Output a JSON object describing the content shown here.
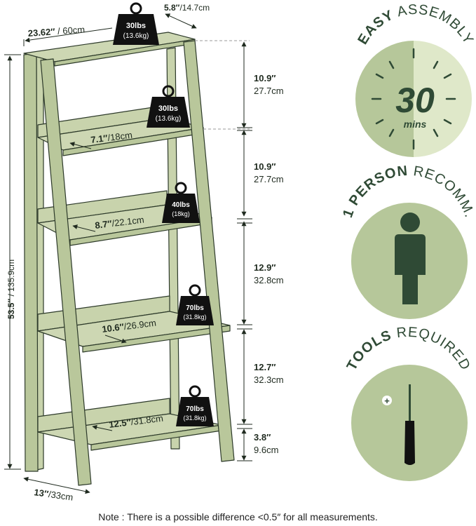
{
  "colors": {
    "shelf_fill": "#b9c79b",
    "shelf_light": "#cdd7b3",
    "shelf_stroke": "#2d3a2a",
    "dark_green": "#2f4a35",
    "pale_green": "#dfe8c9",
    "mid_green": "#b6c79a",
    "weight_black": "#111111",
    "guide_gray": "#9a9a9a"
  },
  "dimensions": {
    "top_width": {
      "a": "23.62″",
      "b": "60cm"
    },
    "top_depth": {
      "a": "5.8″",
      "b": "14.7cm"
    },
    "height": {
      "a": "53.5″",
      "b": "135.9cm"
    },
    "base_depth": {
      "a": "13″",
      "b": "33cm"
    },
    "shelf_depths": [
      {
        "a": "7.1″",
        "b": "18cm"
      },
      {
        "a": "8.7″",
        "b": "22.1cm"
      },
      {
        "a": "10.6″",
        "b": "26.9cm"
      },
      {
        "a": "12.5″",
        "b": "31.8cm"
      }
    ],
    "gaps": [
      {
        "in": "10.9″",
        "cm": "27.7cm"
      },
      {
        "in": "10.9″",
        "cm": "27.7cm"
      },
      {
        "in": "12.9″",
        "cm": "32.8cm"
      },
      {
        "in": "12.7″",
        "cm": "32.3cm"
      },
      {
        "in": "3.8″",
        "cm": "9.6cm"
      }
    ]
  },
  "weights": [
    {
      "lbs": "30lbs",
      "kg": "(13.6kg)"
    },
    {
      "lbs": "30lbs",
      "kg": "(13.6kg)"
    },
    {
      "lbs": "40lbs",
      "kg": "(18kg)"
    },
    {
      "lbs": "70lbs",
      "kg": "(31.8kg)"
    },
    {
      "lbs": "70lbs",
      "kg": "(31.8kg)"
    }
  ],
  "badges": {
    "assembly": {
      "bold": "EASY",
      "rest": " ASSEMBLY",
      "number": "30",
      "unit": "mins"
    },
    "person": {
      "bold": "1 PERSON",
      "rest": " RECOMM."
    },
    "tools": {
      "bold": "TOOLS",
      "rest": " REQUIRED",
      "plus": "+"
    }
  },
  "note": "Note : There is a possible difference <0.5″ for all measurements."
}
